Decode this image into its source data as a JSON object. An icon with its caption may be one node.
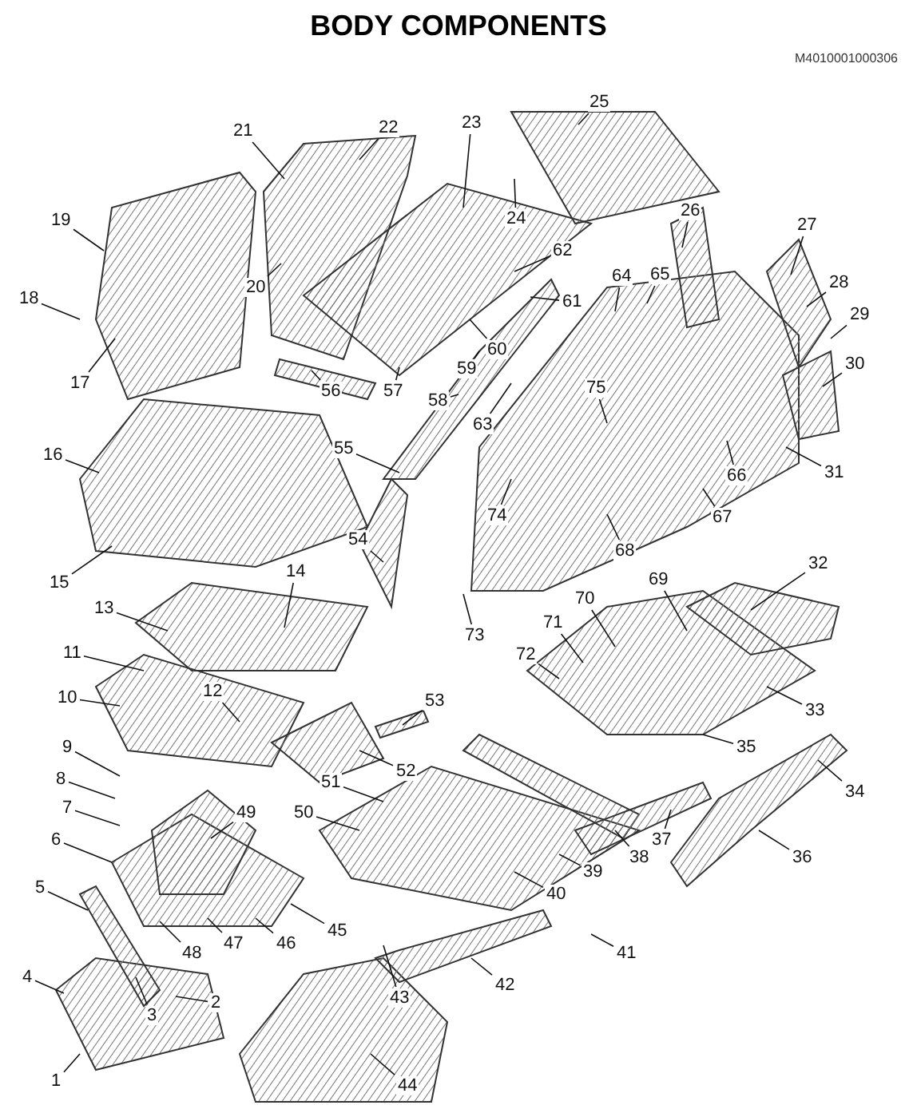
{
  "diagram": {
    "title": "BODY COMPONENTS",
    "nodes": [
      {
        "text": [
          "1"
        ]
      },
      {
        "text": [
          "2"
        ]
      },
      {
        "text": [
          "3"
        ]
      },
      {
        "text": [
          "4"
        ]
      },
      {
        "text": [
          "5"
        ]
      },
      {
        "text": [
          "6"
        ]
      },
      {
        "text": [
          "7"
        ]
      },
      {
        "text": [
          "8"
        ]
      },
      {
        "text": [
          "9"
        ]
      },
      {
        "text": [
          "10"
        ]
      },
      {
        "text": [
          "11"
        ]
      },
      {
        "text": [
          "12"
        ]
      },
      {
        "text": [
          "13"
        ]
      },
      {
        "text": [
          "14"
        ]
      },
      {
        "text": [
          "15"
        ]
      },
      {
        "text": [
          "16"
        ]
      },
      {
        "text": [
          "17"
        ]
      },
      {
        "text": [
          "18"
        ]
      },
      {
        "text": [
          "19"
        ]
      },
      {
        "text": [
          "20"
        ]
      },
      {
        "text": [
          "21"
        ]
      },
      {
        "text": [
          "22"
        ]
      },
      {
        "text": [
          "23"
        ]
      },
      {
        "text": [
          "24"
        ]
      },
      {
        "text": [
          "25"
        ]
      },
      {
        "text": [
          "26"
        ]
      },
      {
        "text": [
          "27"
        ]
      },
      {
        "text": [
          "28"
        ]
      },
      {
        "text": [
          "29"
        ]
      },
      {
        "text": [
          "30"
        ]
      },
      {
        "text": [
          "31"
        ]
      },
      {
        "text": [
          "32"
        ]
      },
      {
        "text": [
          "33"
        ]
      },
      {
        "text": [
          "34"
        ]
      },
      {
        "text": [
          "35"
        ]
      },
      {
        "text": [
          "36"
        ]
      },
      {
        "text": [
          "37"
        ]
      },
      {
        "text": [
          "38"
        ]
      },
      {
        "text": [
          "39"
        ]
      },
      {
        "text": [
          "40"
        ]
      },
      {
        "text": [
          "41"
        ]
      },
      {
        "text": [
          "42"
        ]
      },
      {
        "text": [
          "43"
        ]
      },
      {
        "text": [
          "44"
        ]
      },
      {
        "text": [
          "45"
        ]
      },
      {
        "text": [
          "46"
        ]
      },
      {
        "text": [
          "47"
        ]
      },
      {
        "text": [
          "48"
        ]
      },
      {
        "text": [
          "49"
        ]
      },
      {
        "text": [
          "50"
        ]
      },
      {
        "text": [
          "51"
        ]
      },
      {
        "text": [
          "52"
        ]
      },
      {
        "text": [
          "53"
        ]
      },
      {
        "text": [
          "54"
        ]
      },
      {
        "text": [
          "55"
        ]
      },
      {
        "text": [
          "56"
        ]
      },
      {
        "text": [
          "57"
        ]
      },
      {
        "text": [
          "58"
        ]
      },
      {
        "text": [
          "59"
        ]
      },
      {
        "text": [
          "60"
        ]
      },
      {
        "text": [
          "61"
        ]
      },
      {
        "text": [
          "62"
        ]
      },
      {
        "text": [
          "63"
        ]
      },
      {
        "text": [
          "64"
        ]
      },
      {
        "text": [
          "65"
        ]
      },
      {
        "text": [
          "66"
        ]
      },
      {
        "text": [
          "67"
        ]
      },
      {
        "text": [
          "68"
        ]
      },
      {
        "text": [
          "69"
        ]
      },
      {
        "text": [
          "70"
        ]
      },
      {
        "text": [
          "71"
        ]
      },
      {
        "text": [
          "72"
        ]
      },
      {
        "text": [
          "73"
        ]
      },
      {
        "text": [
          "74"
        ]
      },
      {
        "text": [
          "75"
        ]
      }
    ],
    "edges": [
      {
        "from": 0,
        "to": null,
        "arrow": "none"
      },
      {
        "from": 1,
        "to": null,
        "arrow": "none"
      },
      {
        "from": 2,
        "to": null,
        "arrow": "none"
      },
      {
        "from": 3,
        "to": null,
        "arrow": "none"
      },
      {
        "from": 4,
        "to": null,
        "arrow": "none"
      },
      {
        "from": 5,
        "to": null,
        "arrow": "none"
      },
      {
        "from": 6,
        "to": null,
        "arrow": "none"
      },
      {
        "from": 7,
        "to": null,
        "arrow": "none"
      },
      {
        "from": 8,
        "to": null,
        "arrow": "none"
      },
      {
        "from": 9,
        "to": null,
        "arrow": "none"
      },
      {
        "from": 10,
        "to": null,
        "arrow": "none"
      },
      {
        "from": 11,
        "to": null,
        "arrow": "none"
      },
      {
        "from": 12,
        "to": null,
        "arrow": "none"
      },
      {
        "from": 13,
        "to": null,
        "arrow": "none"
      },
      {
        "from": 14,
        "to": null,
        "arrow": "none"
      },
      {
        "from": 15,
        "to": null,
        "arrow": "none"
      },
      {
        "from": 16,
        "to": null,
        "arrow": "none"
      },
      {
        "from": 17,
        "to": null,
        "arrow": "none"
      },
      {
        "from": 18,
        "to": null,
        "arrow": "none"
      },
      {
        "from": 19,
        "to": null,
        "arrow": "none"
      },
      {
        "from": 20,
        "to": null,
        "arrow": "none"
      },
      {
        "from": 21,
        "to": null,
        "arrow": "none"
      },
      {
        "from": 22,
        "to": null,
        "arrow": "none"
      },
      {
        "from": 23,
        "to": null,
        "arrow": "none"
      },
      {
        "from": 24,
        "to": null,
        "arrow": "none"
      },
      {
        "from": 25,
        "to": null,
        "arrow": "none"
      },
      {
        "from": 26,
        "to": null,
        "arrow": "none"
      },
      {
        "from": 27,
        "to": null,
        "arrow": "none"
      },
      {
        "from": 28,
        "to": null,
        "arrow": "none"
      },
      {
        "from": 29,
        "to": null,
        "arrow": "none"
      },
      {
        "from": 30,
        "to": null,
        "arrow": "none"
      },
      {
        "from": 31,
        "to": null,
        "arrow": "none"
      },
      {
        "from": 32,
        "to": null,
        "arrow": "none"
      },
      {
        "from": 33,
        "to": null,
        "arrow": "none"
      },
      {
        "from": 34,
        "to": null,
        "arrow": "none"
      },
      {
        "from": 35,
        "to": null,
        "arrow": "none"
      },
      {
        "from": 36,
        "to": null,
        "arrow": "none"
      },
      {
        "from": 37,
        "to": null,
        "arrow": "none"
      },
      {
        "from": 38,
        "to": null,
        "arrow": "none"
      },
      {
        "from": 39,
        "to": null,
        "arrow": "none"
      },
      {
        "from": 40,
        "to": null,
        "arrow": "none"
      },
      {
        "from": 41,
        "to": null,
        "arrow": "none"
      },
      {
        "from": 42,
        "to": null,
        "arrow": "none"
      },
      {
        "from": 43,
        "to": null,
        "arrow": "none"
      },
      {
        "from": 44,
        "to": null,
        "arrow": "none"
      },
      {
        "from": 45,
        "to": null,
        "arrow": "none"
      },
      {
        "from": 46,
        "to": null,
        "arrow": "none"
      },
      {
        "from": 47,
        "to": null,
        "arrow": "none"
      },
      {
        "from": 48,
        "to": null,
        "arrow": "none"
      },
      {
        "from": 49,
        "to": null,
        "arrow": "none"
      },
      {
        "from": 50,
        "to": null,
        "arrow": "none"
      },
      {
        "from": 51,
        "to": null,
        "arrow": "none"
      },
      {
        "from": 52,
        "to": null,
        "arrow": "none"
      },
      {
        "from": 53,
        "to": null,
        "arrow": "none"
      },
      {
        "from": 54,
        "to": null,
        "arrow": "none"
      },
      {
        "from": 55,
        "to": null,
        "arrow": "none"
      },
      {
        "from": 56,
        "to": null,
        "arrow": "none"
      },
      {
        "from": 57,
        "to": null,
        "arrow": "none"
      },
      {
        "from": 58,
        "to": null,
        "arrow": "none"
      },
      {
        "from": 59,
        "to": null,
        "arrow": "none"
      },
      {
        "from": 60,
        "to": null,
        "arrow": "none"
      },
      {
        "from": 61,
        "to": null,
        "arrow": "none"
      },
      {
        "from": 62,
        "to": null,
        "arrow": "none"
      },
      {
        "from": 63,
        "to": null,
        "arrow": "none"
      },
      {
        "from": 64,
        "to": null,
        "arrow": "none"
      },
      {
        "from": 65,
        "to": null,
        "arrow": "none"
      },
      {
        "from": 66,
        "to": null,
        "arrow": "none"
      },
      {
        "from": 67,
        "to": null,
        "arrow": "none"
      },
      {
        "from": 68,
        "to": null,
        "arrow": "none"
      },
      {
        "from": 69,
        "to": null,
        "arrow": "none"
      },
      {
        "from": 70,
        "to": null,
        "arrow": "none"
      },
      {
        "from": 71,
        "to": null,
        "arrow": "none"
      },
      {
        "from": 72,
        "to": null,
        "arrow": "none"
      },
      {
        "from": 73,
        "to": null,
        "arrow": "none"
      },
      {
        "from": 74,
        "to": null,
        "arrow": "none"
      }
    ],
    "labels": [
      "M4010001000306"
    ]
  }
}
